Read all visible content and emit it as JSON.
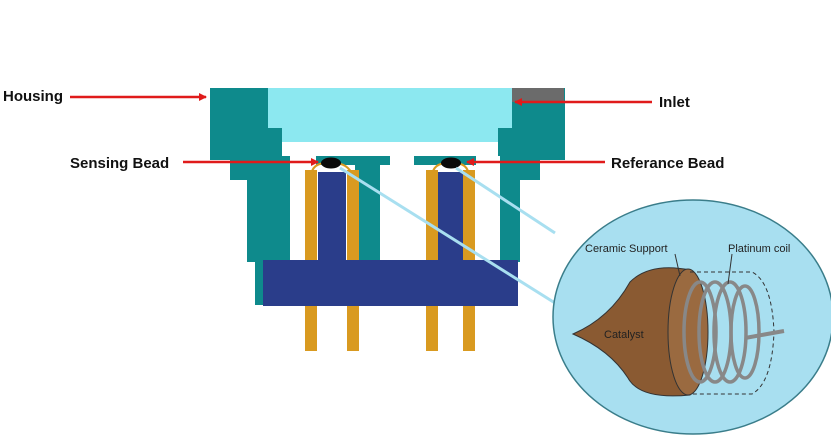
{
  "labels": {
    "housing": "Housing",
    "inlet": "Inlet",
    "sensing_bead": "Sensing Bead",
    "reference_bead": "Referance Bead",
    "ceramic_support": "Ceramic Support",
    "platinum_coil": "Platinum coil",
    "catalyst": "Catalyst"
  },
  "colors": {
    "housing": "#0e8a8c",
    "inlet_chamber": "#8ce8f0",
    "inlet_cap": "#6b6b6b",
    "base_plate": "#2a3d8a",
    "pins": "#d99a20",
    "arrows": "#e01b1b",
    "callout_bubble": "#a8dff0",
    "catalyst": "#8a5a32",
    "coil": "#888888"
  }
}
